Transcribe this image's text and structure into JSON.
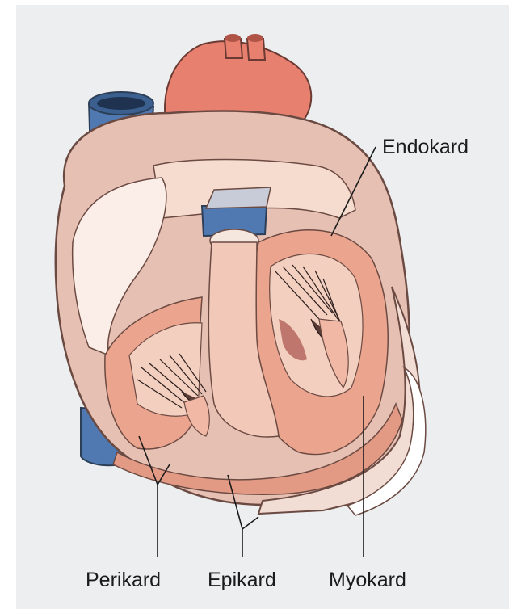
{
  "labels": {
    "endokard": "Endokard",
    "perikard": "Perikard",
    "epikard": "Epikard",
    "myokard": "Myokard"
  },
  "colors": {
    "background": "#eceef0",
    "vein_blue": "#4f79b0",
    "aorta_red": "#e88070",
    "outer_wall": "#e7c0b4",
    "myocardium": "#eba48e",
    "chamber_light": "#f6dccf",
    "label_line": "#1b1b1b"
  }
}
